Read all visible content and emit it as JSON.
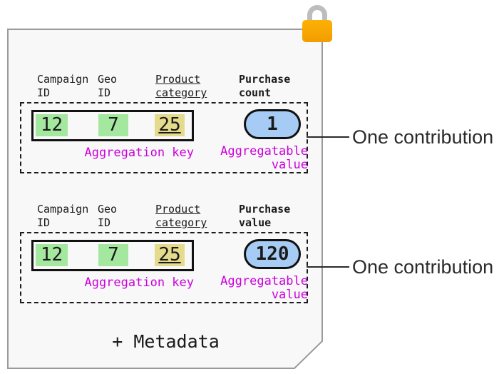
{
  "lock_icon": "padlock",
  "colors": {
    "card_background": "#F8F8F8",
    "card_border": "#9A9A9A",
    "green_cell": "#A4E79F",
    "yellow_cell": "#E5DB8D",
    "blue_pill": "#A6CBF4",
    "magenta_label": "#CC00DD",
    "lock_body": "#F9A602",
    "lock_shackle": "#BDBDBD"
  },
  "sections": [
    {
      "campaign_header": "Campaign\nID",
      "geo_header": "Geo\nID",
      "product_header": "Product\ncategory",
      "metric_header": "Purchase\ncount",
      "campaign_value": "12",
      "geo_value": "7",
      "product_value": "25",
      "aggregation_key_label": "Aggregation key",
      "metric_value": "1",
      "aggregatable_value_label": "Aggregatable\nvalue",
      "contribution_label": "One contribution"
    },
    {
      "campaign_header": "Campaign\nID",
      "geo_header": "Geo\nID",
      "product_header": "Product\ncategory",
      "metric_header": "Purchase\nvalue",
      "campaign_value": "12",
      "geo_value": "7",
      "product_value": "25",
      "aggregation_key_label": "Aggregation key",
      "metric_value": "120",
      "aggregatable_value_label": "Aggregatable\nvalue",
      "contribution_label": "One contribution"
    }
  ],
  "footer": {
    "metadata_label": "+ Metadata"
  }
}
